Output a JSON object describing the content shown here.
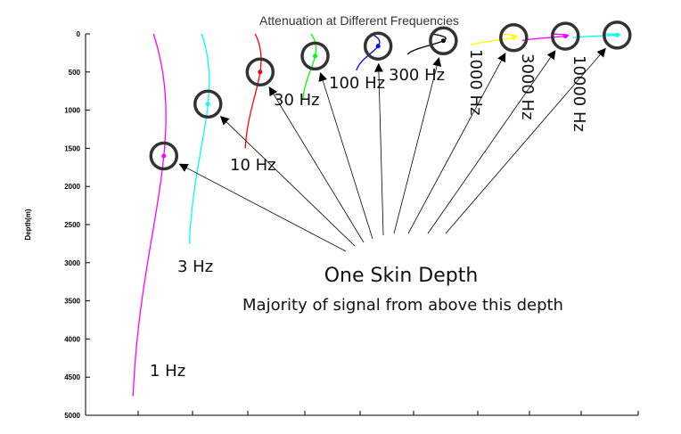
{
  "chart_data": {
    "type": "line",
    "title": "Attenuation at Different Frequencies",
    "ylabel": "Depth(m)",
    "xlabel": "",
    "ylim": [
      0,
      5000
    ],
    "y_inverted": true,
    "y_ticks": [
      "0",
      "500",
      "1000",
      "1500",
      "2000",
      "2500",
      "3000",
      "3500",
      "4000",
      "4500",
      "5000"
    ],
    "grid": false,
    "series": [
      {
        "name": "1 Hz",
        "color": "#ff00ff",
        "skin_depth": 1600,
        "max_depth": 4750
      },
      {
        "name": "3 Hz",
        "color": "#00ffff",
        "skin_depth": 920,
        "max_depth": 2750
      },
      {
        "name": "10 Hz",
        "color": "#ff0000",
        "skin_depth": 500,
        "max_depth": 1500
      },
      {
        "name": "30 Hz",
        "color": "#00ff00",
        "skin_depth": 290,
        "max_depth": 860
      },
      {
        "name": "100 Hz",
        "color": "#0000ff",
        "skin_depth": 160,
        "max_depth": 480
      },
      {
        "name": "300 Hz",
        "color": "#000000",
        "skin_depth": 90,
        "max_depth": 270
      },
      {
        "name": "1000 Hz",
        "color": "#ffff00",
        "skin_depth": 50,
        "max_depth": 150
      },
      {
        "name": "3000 Hz",
        "color": "#ff00ff",
        "skin_depth": 30,
        "max_depth": 90
      },
      {
        "name": "10000 Hz",
        "color": "#00ffff",
        "skin_depth": 16,
        "max_depth": 50
      }
    ],
    "annotations": {
      "main": "One Skin Depth",
      "sub": "Majority of signal from above this depth"
    }
  }
}
